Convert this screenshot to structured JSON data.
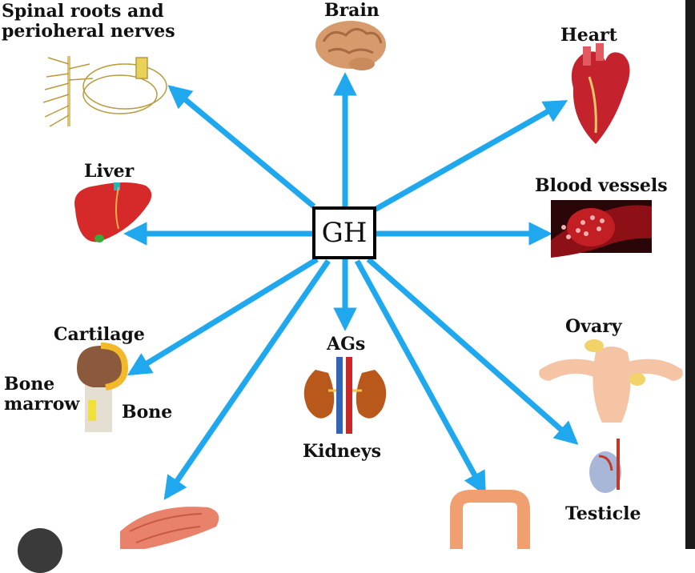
{
  "center": {
    "label": "GH"
  },
  "targets": {
    "spinal": "Spinal roots and\nperioheral nerves",
    "brain": "Brain",
    "heart": "Heart",
    "liver": "Liver",
    "blood_vessels": "Blood vessels",
    "cartilage": "Cartilage",
    "bone_marrow": "Bone\nmarrow",
    "bone": "Bone",
    "ags": "AGs",
    "kidneys": "Kidneys",
    "ovary": "Ovary",
    "testicle": "Testicle"
  },
  "colors": {
    "arrow": "#1fa8ee",
    "box_border": "#000000",
    "text": "#111111"
  },
  "icons": [
    "nerve-icon",
    "brain-icon",
    "heart-icon",
    "liver-icon",
    "blood-vessel-icon",
    "bone-icon",
    "kidney-icon",
    "ovary-icon",
    "testicle-icon",
    "muscle-icon",
    "intestine-icon"
  ]
}
